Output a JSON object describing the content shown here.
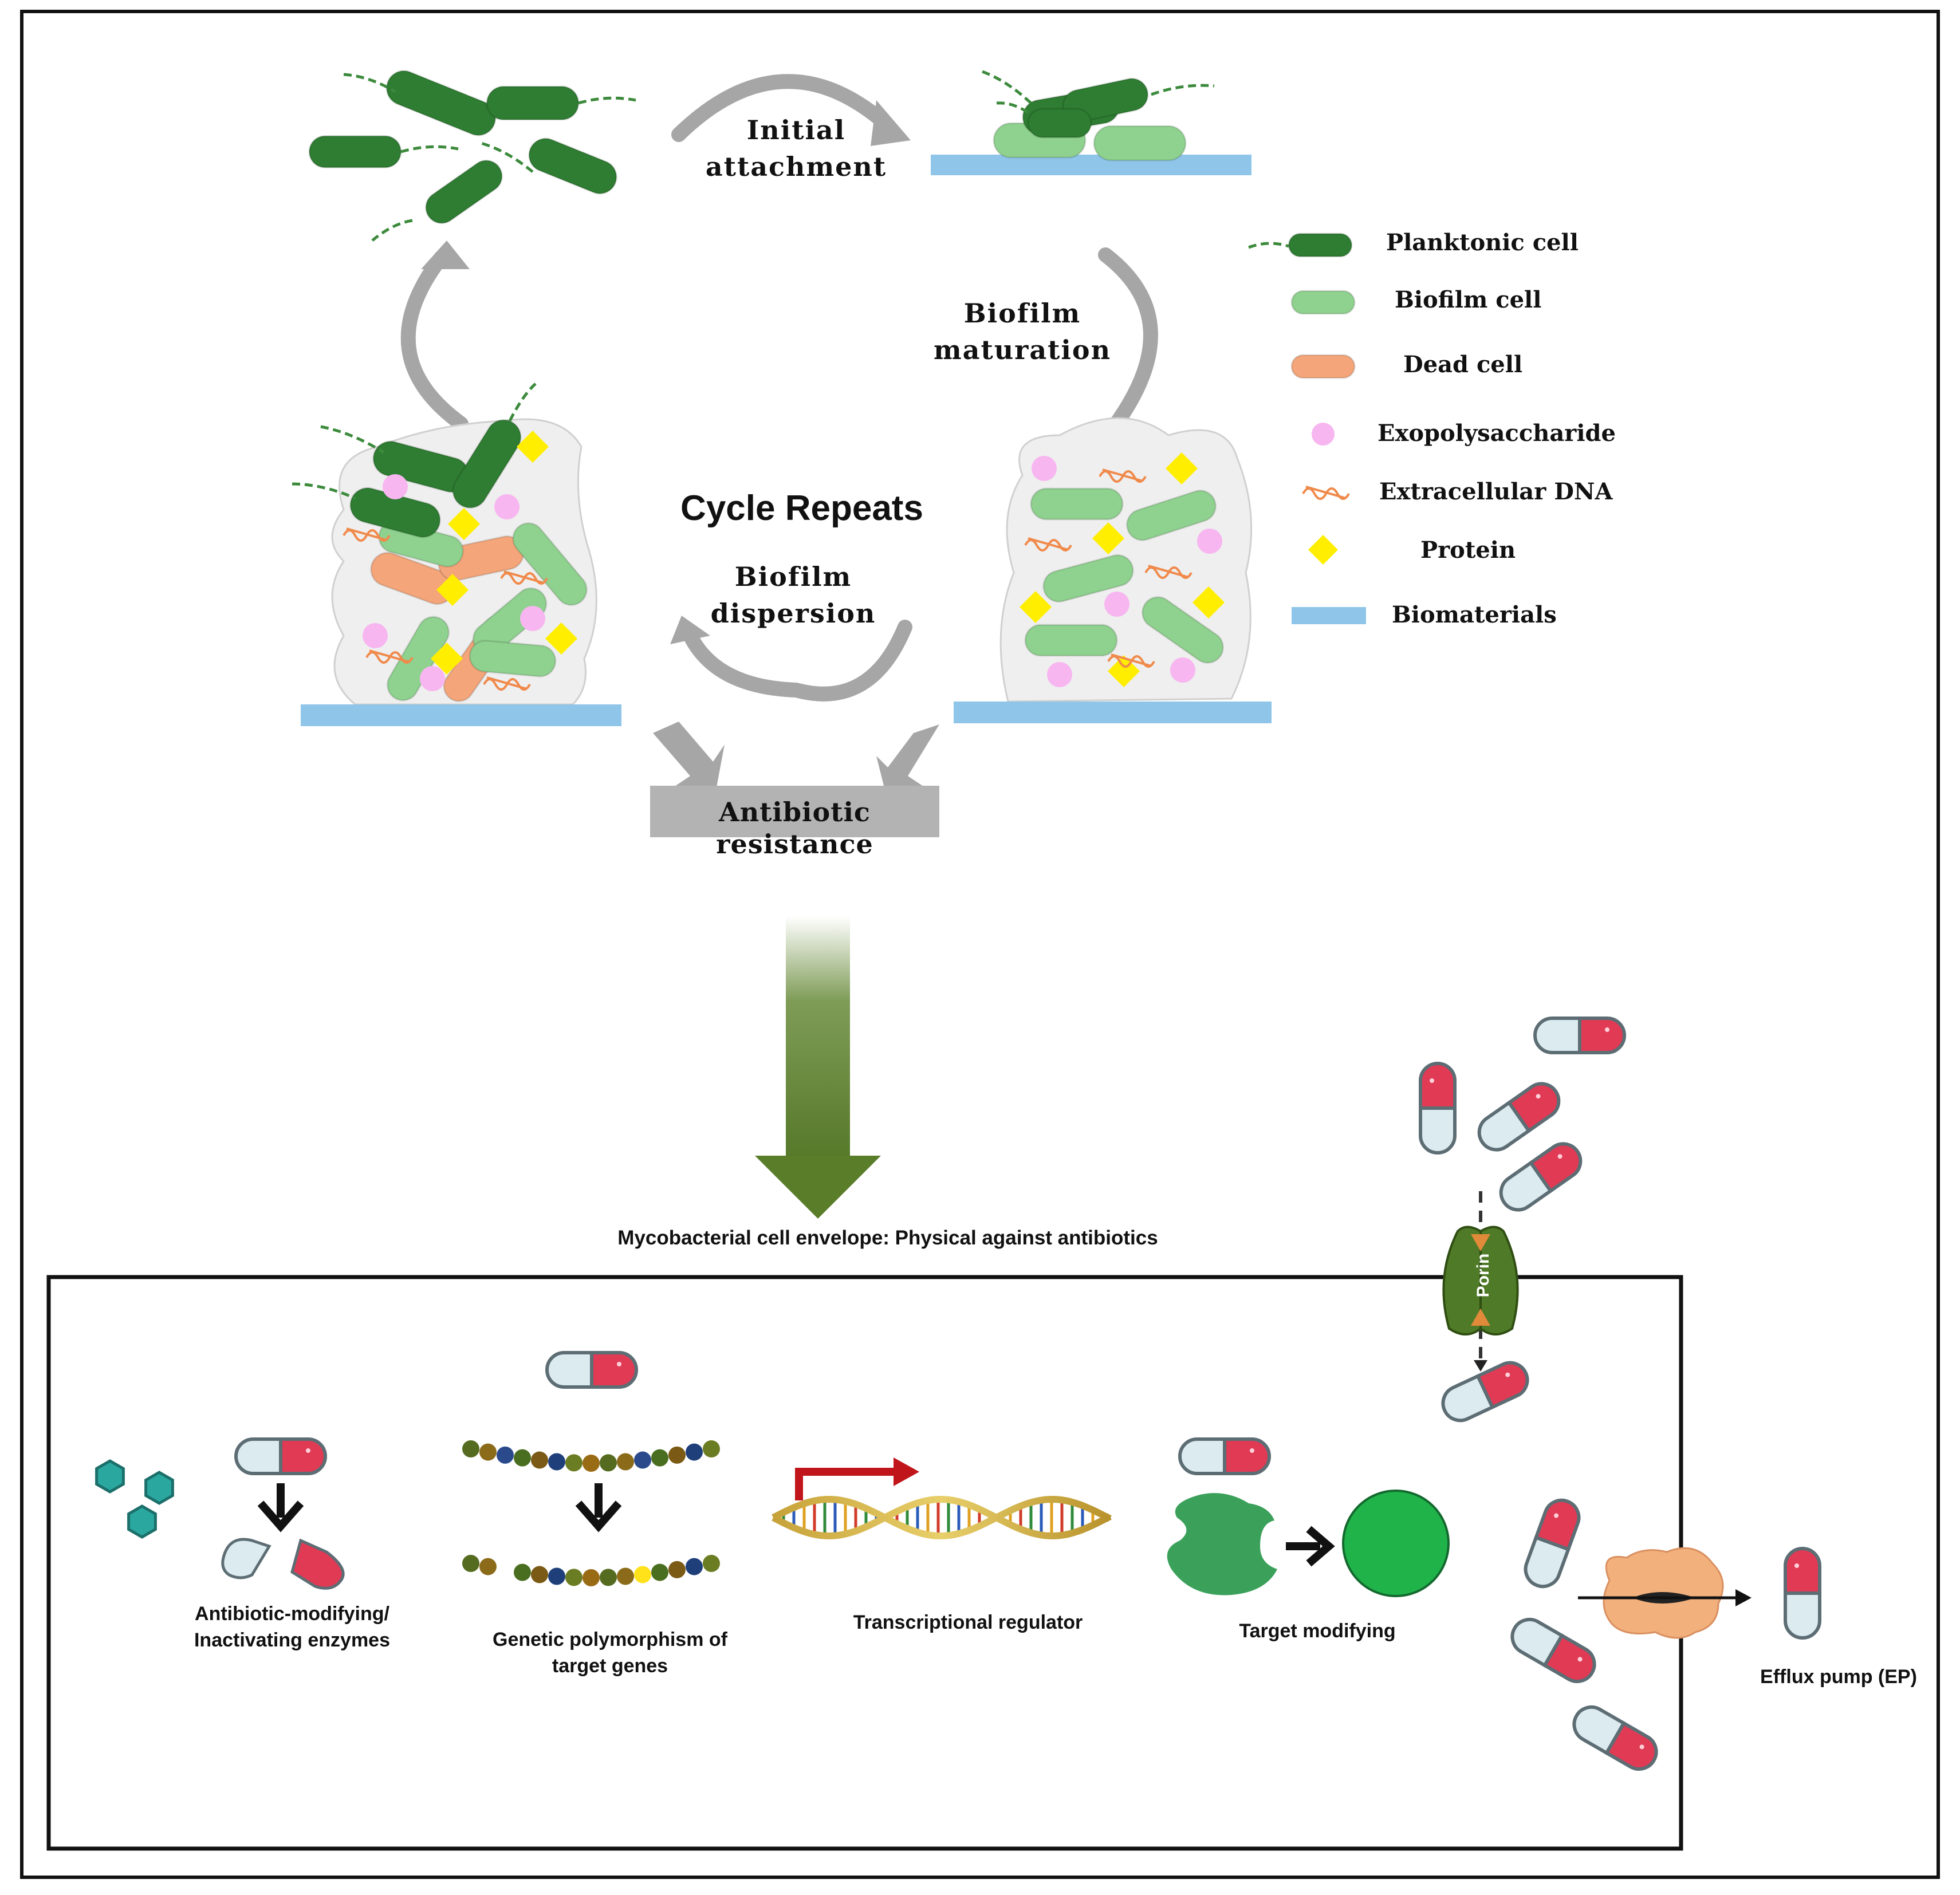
{
  "cycle": {
    "initial_attachment": [
      "Initial",
      "attachment"
    ],
    "maturation": [
      "Biofilm",
      "maturation"
    ],
    "dispersion": [
      "Biofilm",
      "dispersion"
    ],
    "center": "Cycle Repeats",
    "resistance": "Antibiotic resistance"
  },
  "legend": [
    {
      "label": "Planktonic cell",
      "icon": "planktonic-cell-icon",
      "color": "#2e7d32"
    },
    {
      "label": "Biofilm cell",
      "icon": "biofilm-cell-icon",
      "color": "#8fd18f"
    },
    {
      "label": "Dead cell",
      "icon": "dead-cell-icon",
      "color": "#f4a57a"
    },
    {
      "label": "Exopolysaccharide",
      "icon": "exopolysaccharide-icon",
      "color": "#f7b6f0"
    },
    {
      "label": "Extracellular DNA",
      "icon": "extracellular-dna-icon",
      "color": "#f08a4b"
    },
    {
      "label": "Protein",
      "icon": "protein-icon",
      "color": "#ffee00"
    },
    {
      "label": "Biomaterials",
      "icon": "biomaterials-icon",
      "color": "#8ec5e8"
    }
  ],
  "envelope": {
    "title": "Mycobacterial cell envelope: Physical against antibiotics",
    "porin": "Porin"
  },
  "mechanisms": {
    "enzymes": [
      "Antibiotic-modifying/",
      "Inactivating enzymes"
    ],
    "polymorphism": [
      "Genetic polymorphism of",
      "target genes"
    ],
    "regulator": "Transcriptional regulator",
    "target": "Target modifying",
    "efflux": "Efflux pump (EP)"
  },
  "colors": {
    "planktonic": "#2e7d32",
    "biofilm": "#8fd18f",
    "dead": "#f4a57a",
    "eps": "#f7b6f0",
    "protein": "#ffee00",
    "biomaterial": "#8ec5e8",
    "capsule_red": "#e03a55",
    "capsule_light": "#dcebf0",
    "arrow_green": "#5a7d2a"
  }
}
